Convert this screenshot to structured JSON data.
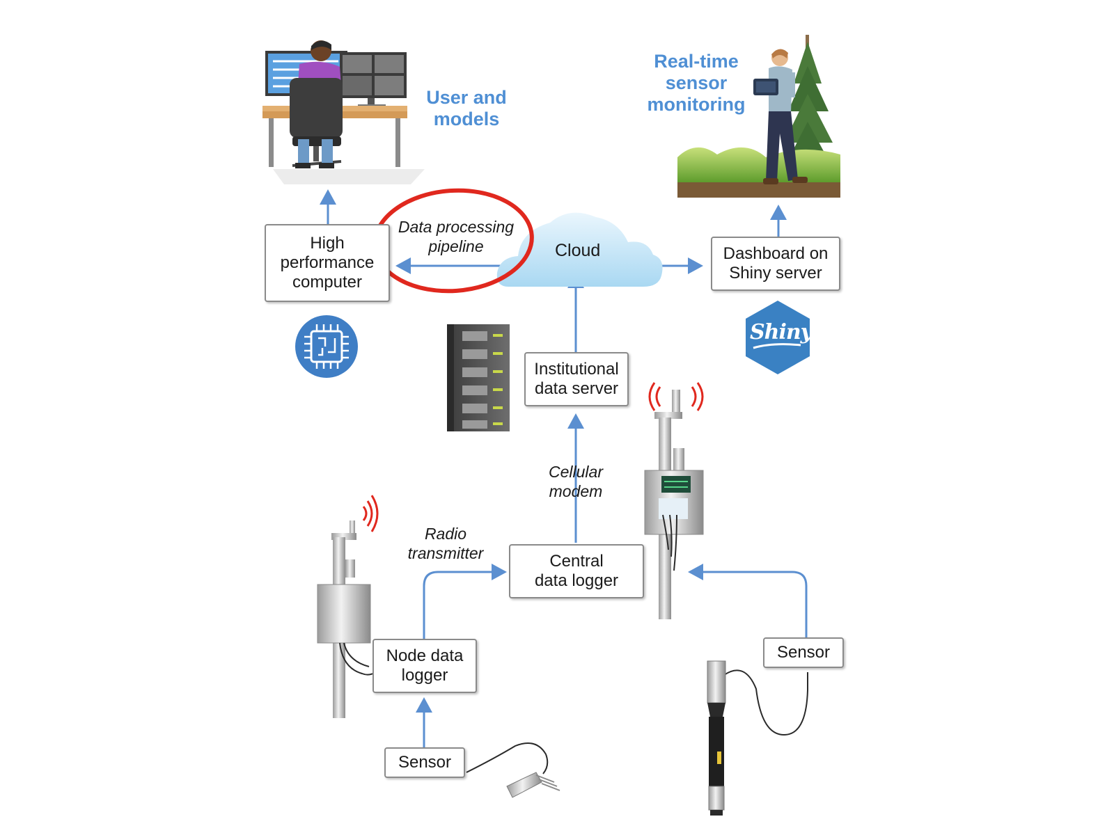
{
  "labels": {
    "user_and_models": [
      "User and",
      "models"
    ],
    "realtime_monitoring": [
      "Real-time",
      "sensor",
      "monitoring"
    ],
    "data_processing_pipeline": [
      "Data processing",
      "pipeline"
    ],
    "cloud": "Cloud",
    "cellular_modem": [
      "Cellular",
      "modem"
    ],
    "radio_transmitter": [
      "Radio",
      "transmitter"
    ],
    "shiny_logo": "Shiny"
  },
  "boxes": {
    "high_performance_computer": [
      "High",
      "performance",
      "computer"
    ],
    "dashboard_shiny_server": [
      "Dashboard on",
      "Shiny server"
    ],
    "institutional_data_server": [
      "Institutional",
      "data server"
    ],
    "central_data_logger": [
      "Central",
      "data logger"
    ],
    "node_data_logger": [
      "Node data",
      "logger"
    ],
    "sensor_left": "Sensor",
    "sensor_right": "Sensor"
  },
  "icons": [
    "workstation-icon",
    "person-with-tablet-icon",
    "chip-icon",
    "server-rack-icon",
    "shiny-logo-icon",
    "weather-station-icon",
    "soil-sensor-icon",
    "probe-sensor-icon",
    "cloud-icon"
  ],
  "colors": {
    "arrow": "#5b8fd0",
    "highlight_ellipse": "#e0281e",
    "label_blue": "#4f8fd4",
    "shiny_blue": "#3a81c3",
    "signal_red": "#e0281e"
  }
}
